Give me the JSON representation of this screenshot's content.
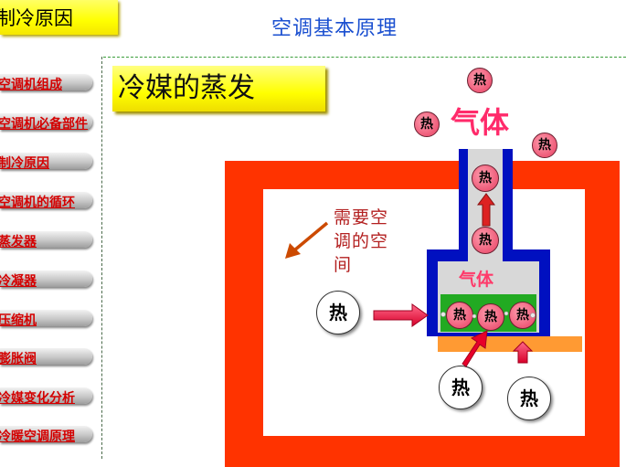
{
  "top_label": "制冷原因",
  "page_title": "空调基本原理",
  "section_title": "冷媒的蒸发",
  "sidebar": {
    "items": [
      {
        "label": "空调机组成"
      },
      {
        "label": "空调机必备部件"
      },
      {
        "label": "制冷原因"
      },
      {
        "label": "空调机的循环"
      },
      {
        "label": "蒸发器"
      },
      {
        "label": "冷凝器"
      },
      {
        "label": "压缩机"
      },
      {
        "label": "膨胀阀"
      },
      {
        "label": "冷媒变化分析"
      },
      {
        "label": "冷暖空调原理"
      }
    ]
  },
  "diagram": {
    "gas_top": "气体",
    "gas_inner": "气体",
    "room_note": "需要空调的空间",
    "heat": "热"
  },
  "colors": {
    "wall": "#ff3300",
    "vessel": "#0010c0",
    "liquid": "#22aa22",
    "plate": "#ff9a33",
    "molecule": "#ee5a78",
    "link": "#d40000"
  }
}
